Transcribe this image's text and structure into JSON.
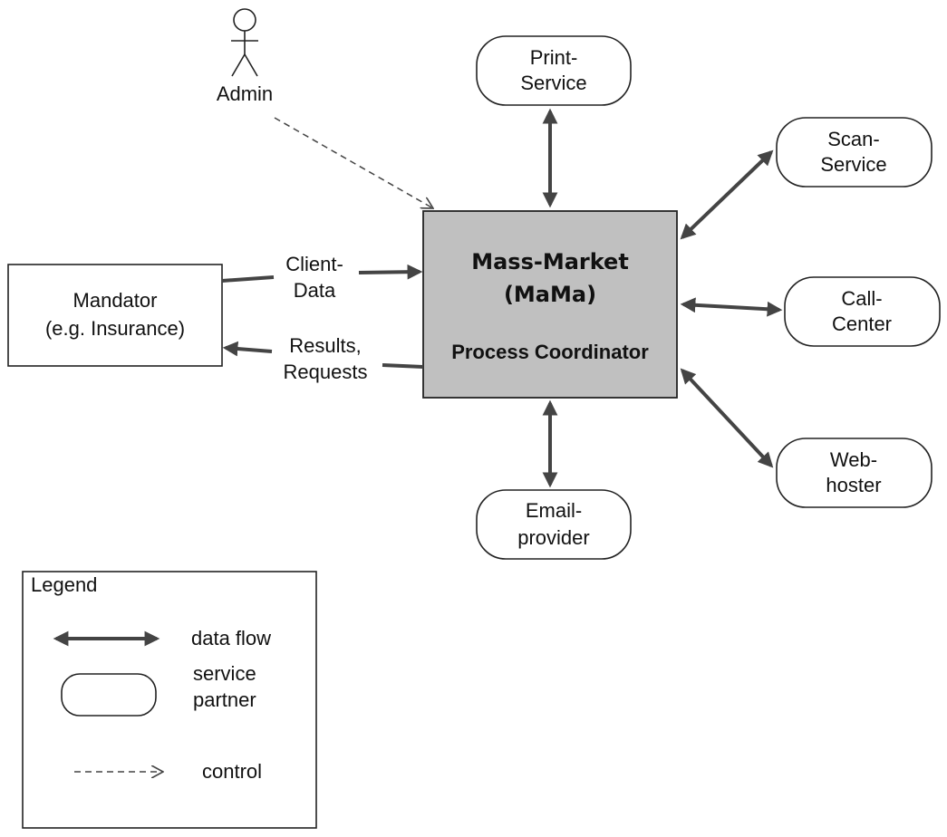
{
  "actor": {
    "label": "Admin"
  },
  "coordinator": {
    "title_line1": "Mass-Market",
    "title_line2": "(MaMa)",
    "subtitle": "Process Coordinator",
    "fill": "#c0c0c0"
  },
  "mandator": {
    "line1": "Mandator",
    "line2": "(e.g. Insurance)"
  },
  "flows": {
    "client_data_line1": "Client-",
    "client_data_line2": "Data",
    "results_line1": "Results,",
    "results_line2": "Requests"
  },
  "partners": {
    "print": {
      "line1": "Print-",
      "line2": "Service"
    },
    "scan": {
      "line1": "Scan-",
      "line2": "Service"
    },
    "call": {
      "line1": "Call-",
      "line2": "Center"
    },
    "web": {
      "line1": "Web-",
      "line2": "hoster"
    },
    "email": {
      "line1": "Email-",
      "line2": "provider"
    }
  },
  "legend": {
    "title": "Legend",
    "data_flow": "data flow",
    "service_line1": "service",
    "service_line2": "partner",
    "control": "control"
  },
  "colors": {
    "arrow": "#444444",
    "stroke": "#222222"
  }
}
